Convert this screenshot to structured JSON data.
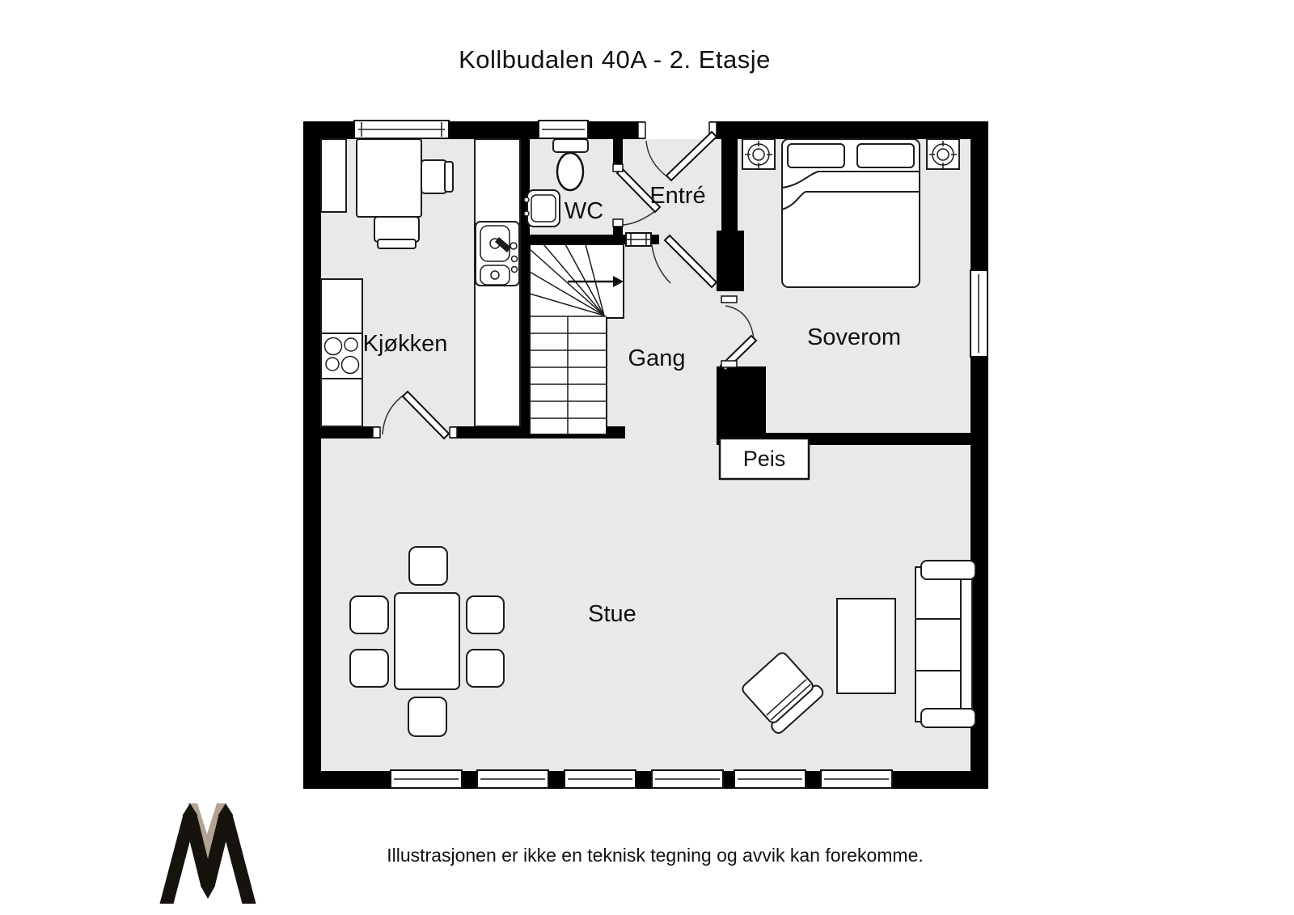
{
  "title": "Kollbudalen 40A - 2. Etasje",
  "disclaimer": "Illustrasjonen er ikke en teknisk tegning og avvik kan forekomme.",
  "rooms": {
    "kjokken": "Kjøkken",
    "wc": "WC",
    "entre": "Entré",
    "gang": "Gang",
    "soverom": "Soverom",
    "stue": "Stue",
    "peis": "Peis"
  },
  "stairs": {
    "direction_arrow": "right"
  },
  "colors": {
    "floor": "#e9e9e7",
    "wall": "#000000",
    "white": "#ffffff",
    "logo_black": "#16130f",
    "logo_taupe": "#b2a492",
    "text": "#111111"
  }
}
